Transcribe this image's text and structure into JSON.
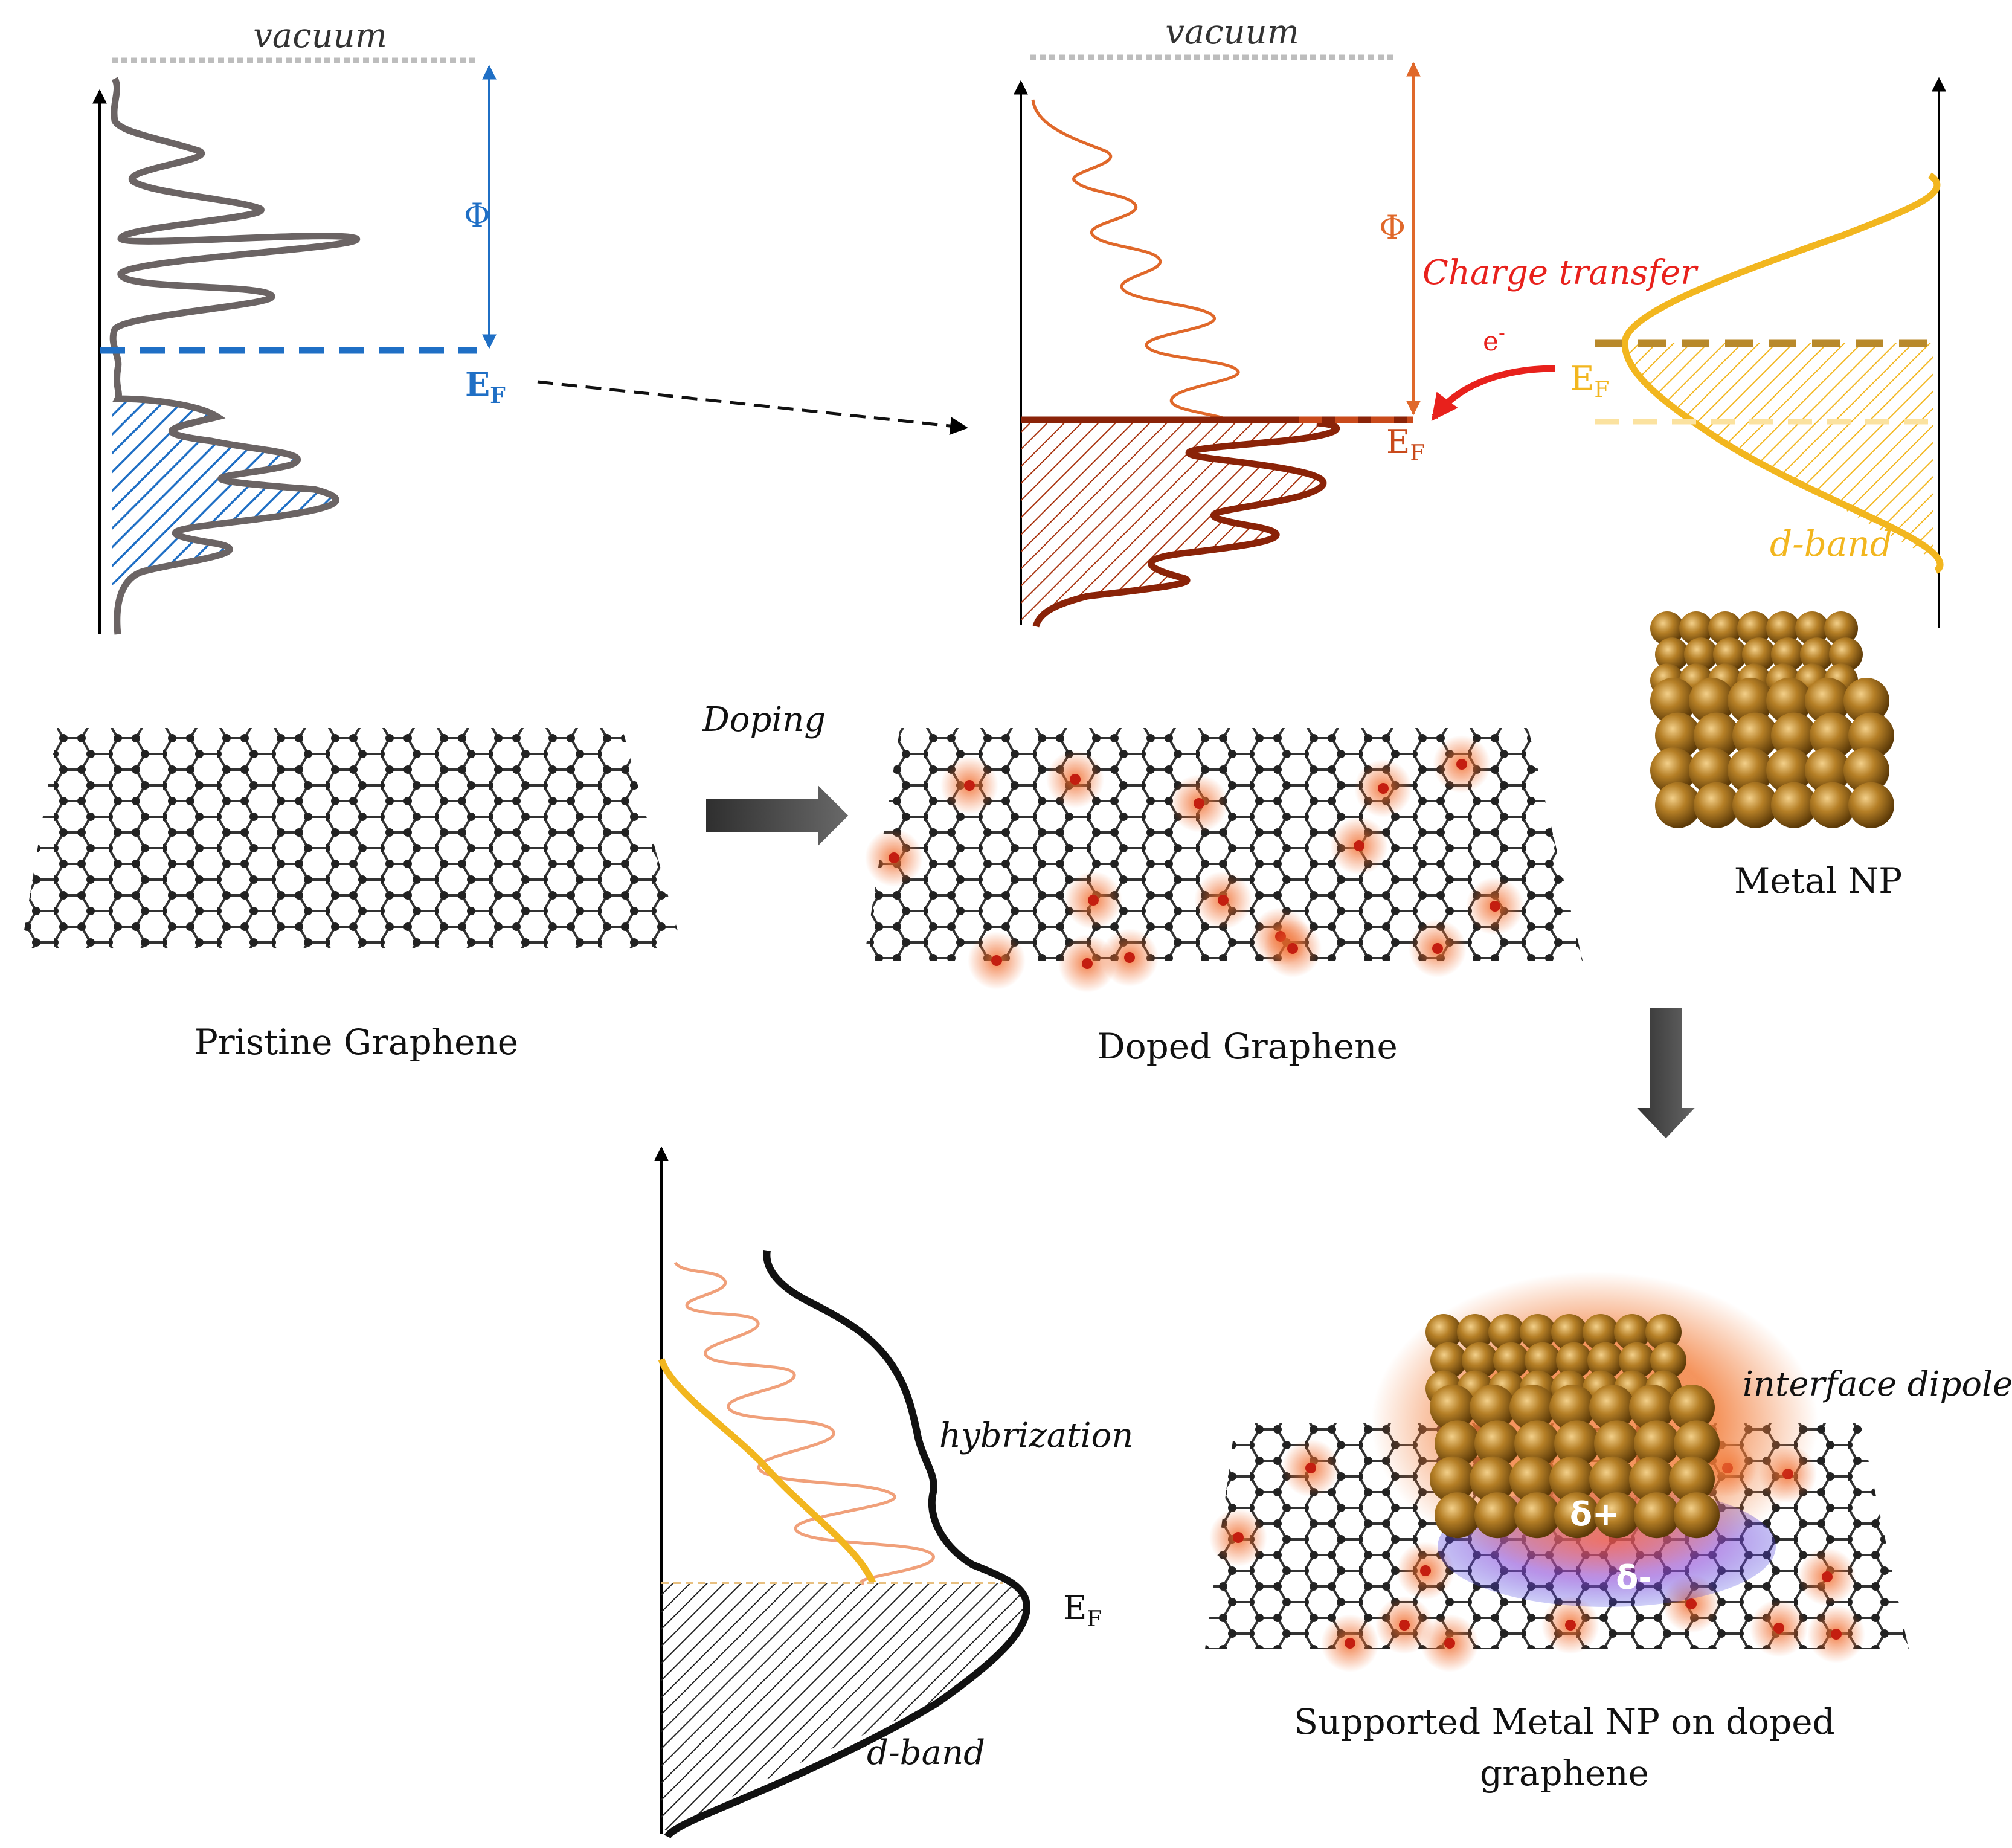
{
  "labels": {
    "vacuum": "vacuum",
    "phi": "Φ",
    "ef_main": "E",
    "ef_sub": "F",
    "charge_transfer": "Charge transfer",
    "electron": "e",
    "electron_sup": "-",
    "d_band": "d-band",
    "doping": "Doping",
    "pristine": "Pristine Graphene",
    "doped": "Doped Graphene",
    "metal_np": "Metal NP",
    "hybrization": "hybrization",
    "interface_dipole": "interface dipole",
    "delta_plus": "δ+",
    "delta_minus": "δ-",
    "supported_line1": "Supported Metal NP on doped",
    "supported_line2": "graphene"
  },
  "colors": {
    "blue": "#1f6fc5",
    "grey_dos": "#6b6464",
    "orange": "#e0682a",
    "dark_red": "#8a2308",
    "gold": "#f2b61f",
    "red_arrow": "#e8211c",
    "metal": "#a9741e",
    "dopant": "#c41e10"
  }
}
